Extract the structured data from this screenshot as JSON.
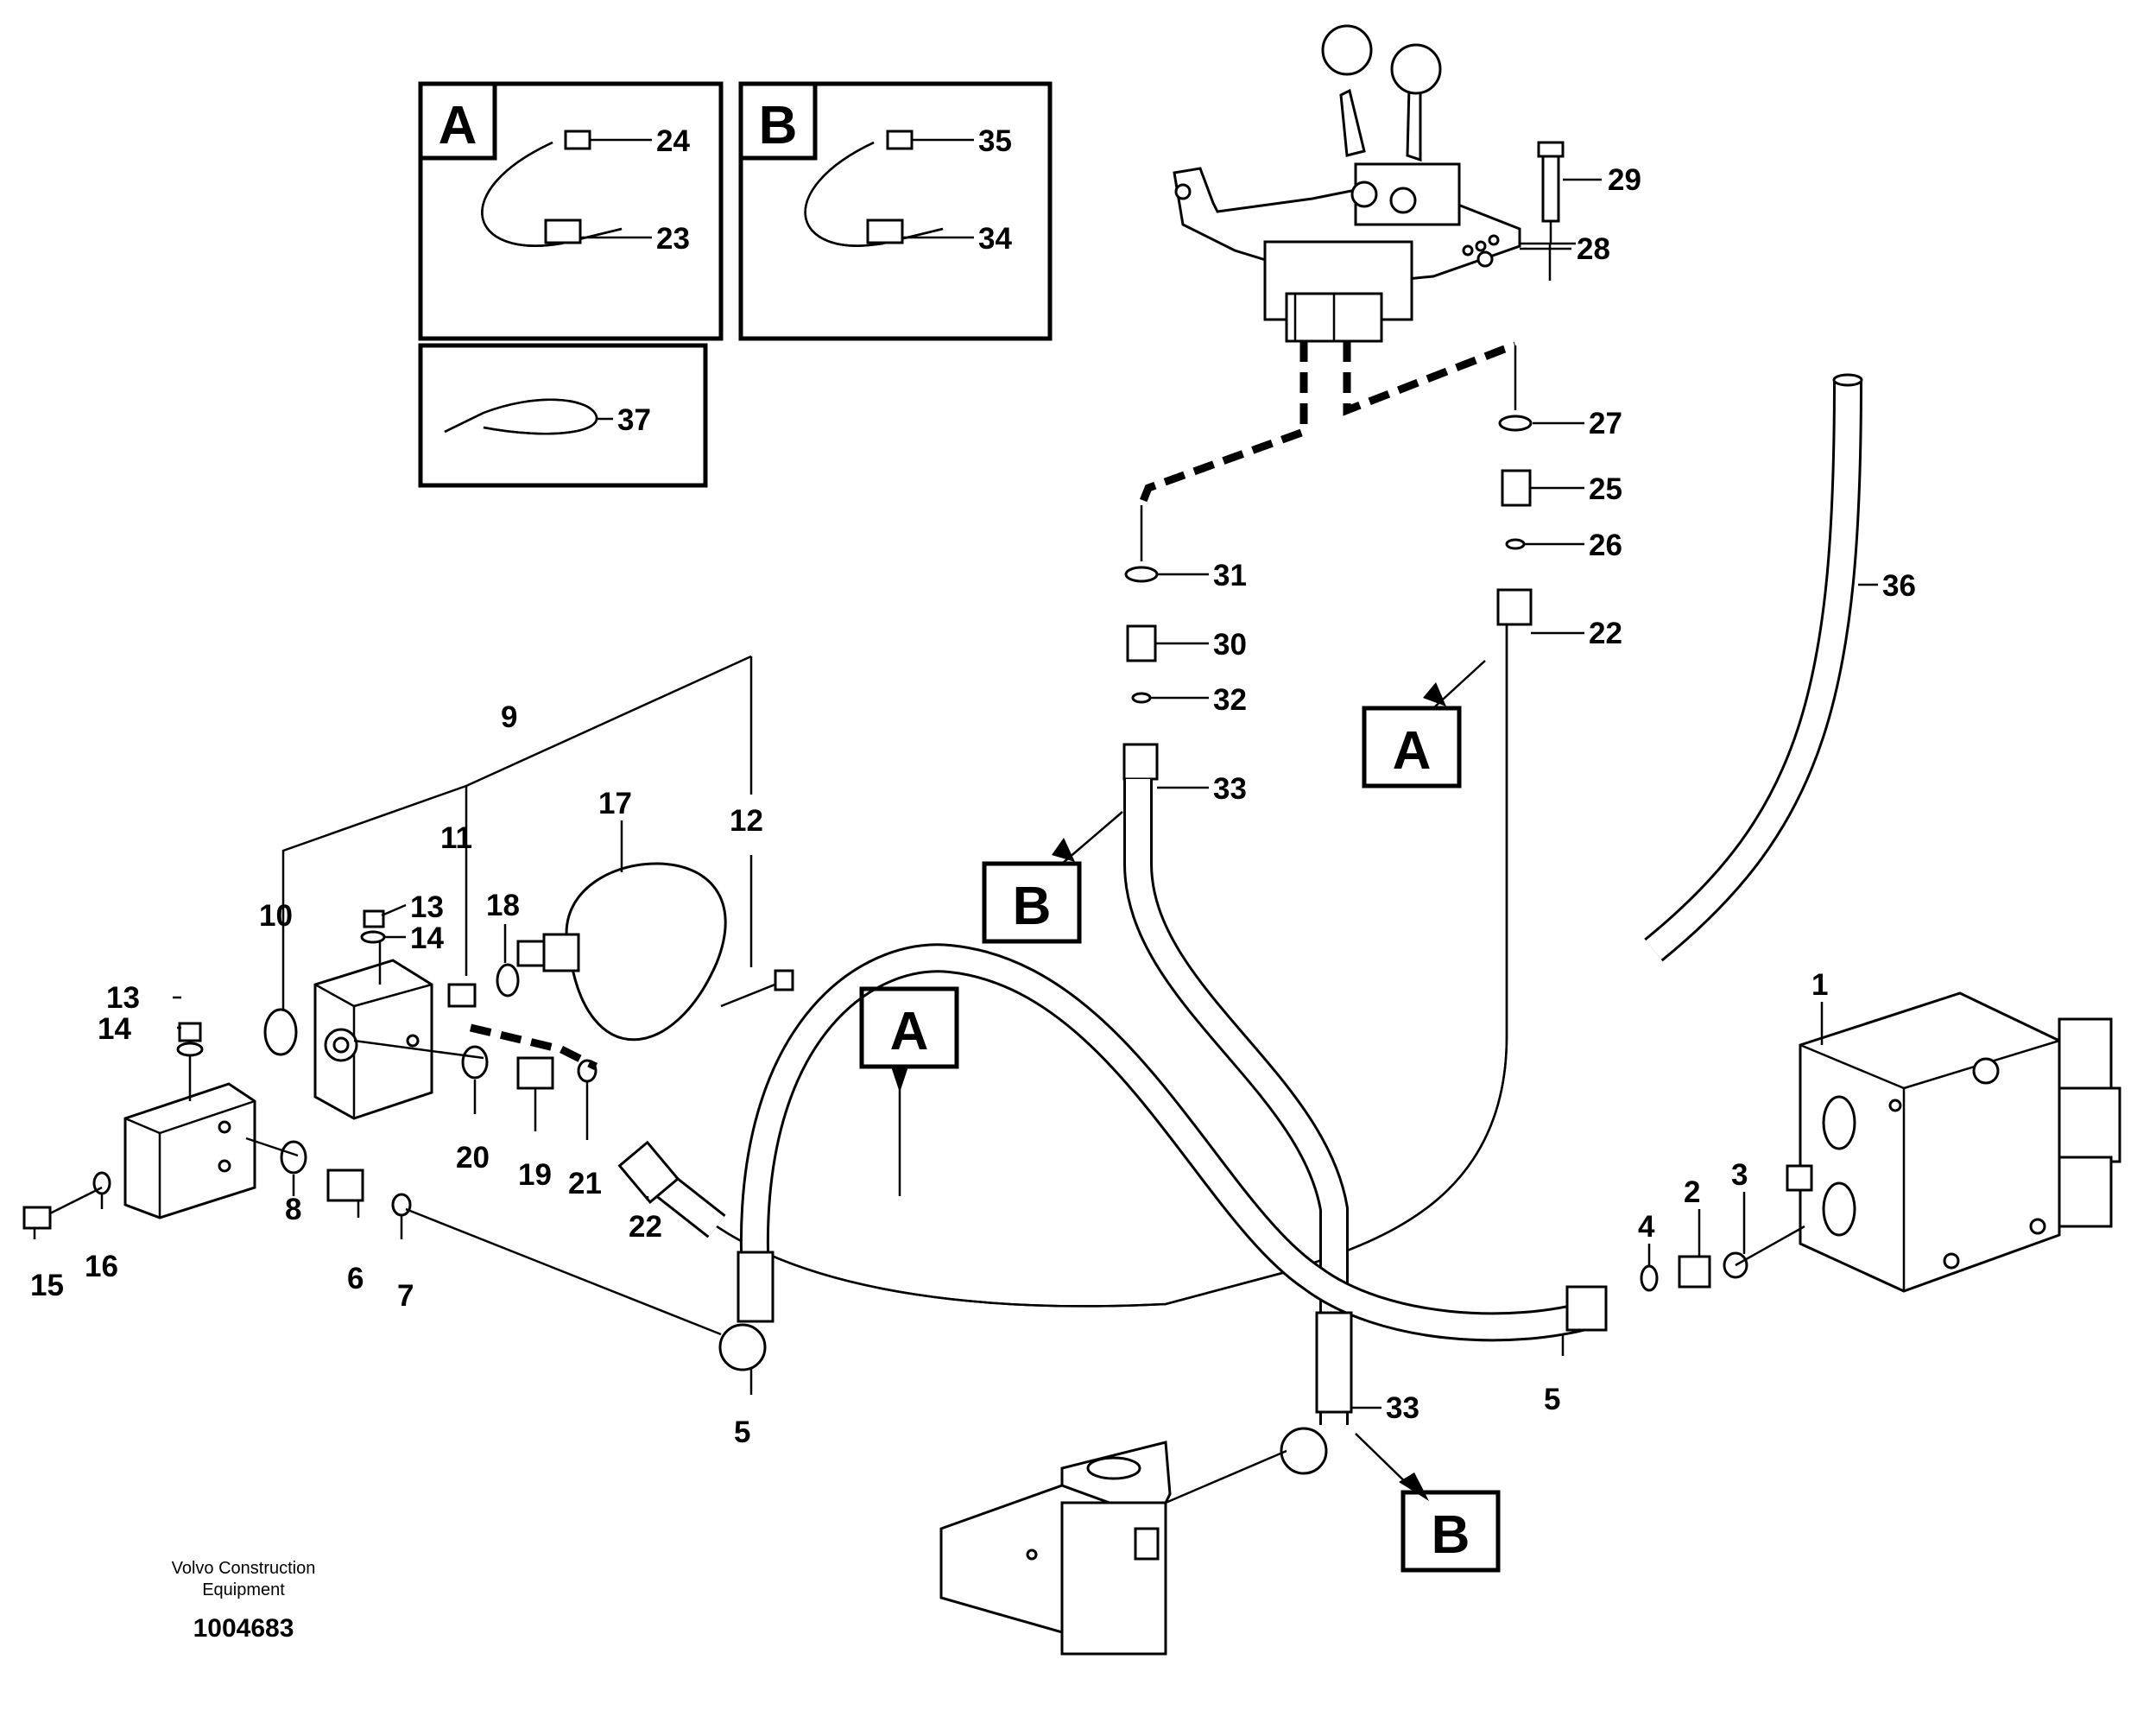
{
  "detail_boxes": [
    {
      "letter": "A",
      "parts": [
        "24",
        "23"
      ]
    },
    {
      "letter": "B",
      "parts": [
        "35",
        "34"
      ]
    },
    {
      "letter": "",
      "parts": [
        "37"
      ]
    }
  ],
  "callout_letters": {
    "a_upper": "A",
    "a_lower": "A",
    "b_upper": "B",
    "b_lower": "B"
  },
  "part_labels": {
    "p1": "1",
    "p2": "2",
    "p3": "3",
    "p4": "4",
    "p5a": "5",
    "p5b": "5",
    "p6": "6",
    "p7": "7",
    "p8": "8",
    "p9": "9",
    "p10": "10",
    "p11": "11",
    "p12": "12",
    "p13a": "13",
    "p13b": "13",
    "p14a": "14",
    "p14b": "14",
    "p15": "15",
    "p16": "16",
    "p17": "17",
    "p18": "18",
    "p19": "19",
    "p20": "20",
    "p21": "21",
    "p22a": "22",
    "p22b": "22",
    "p25": "25",
    "p26": "26",
    "p27": "27",
    "p28": "28",
    "p29": "29",
    "p30": "30",
    "p31": "31",
    "p32": "32",
    "p33a": "33",
    "p33b": "33",
    "p36": "36"
  },
  "footer": {
    "company_line1": "Volvo Construction",
    "company_line2": "Equipment",
    "drawing_number": "1004683"
  }
}
